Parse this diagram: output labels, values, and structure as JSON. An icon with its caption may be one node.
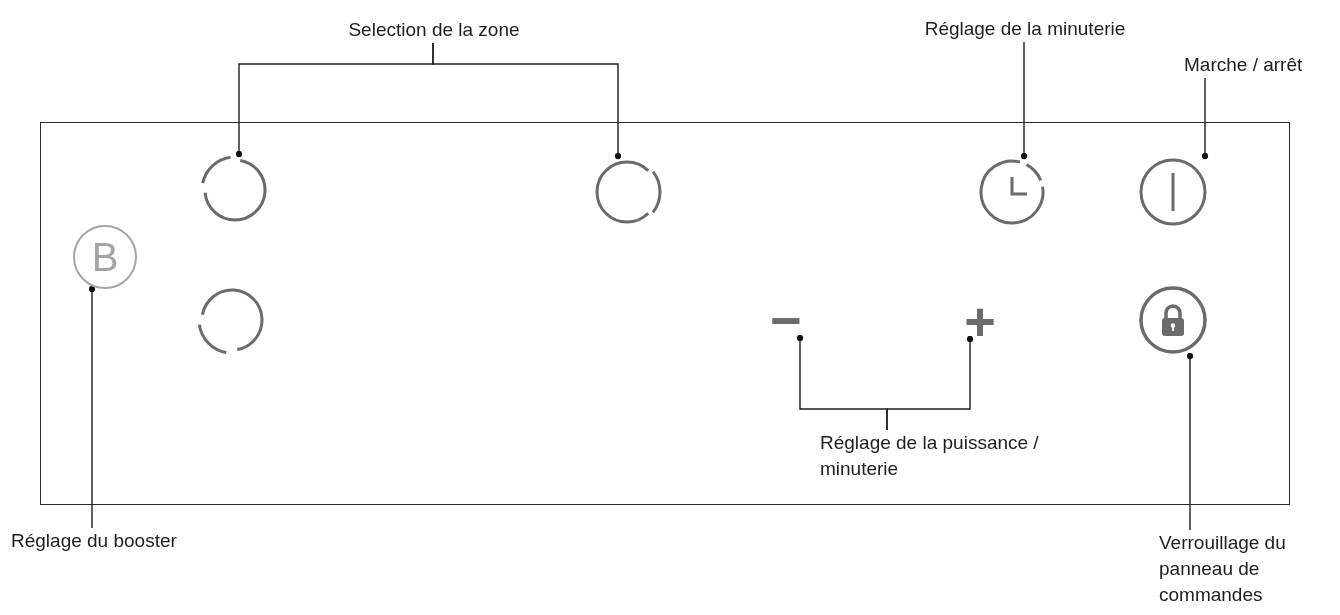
{
  "diagram": {
    "nodes": [
      {
        "text": [],
        "shape": "box"
      },
      {
        "text": [
          "Selection de la zone"
        ]
      },
      {
        "text": [
          "Réglage de la minuterie"
        ]
      },
      {
        "text": [
          "Marche / arrêt"
        ]
      },
      {
        "text": [],
        "shape": "circle",
        "in": 0
      },
      {
        "text": [],
        "shape": "circle",
        "in": 0
      },
      {
        "text": [],
        "shape": "circle",
        "in": 0
      },
      {
        "text": [],
        "shape": "circle",
        "in": 0
      },
      {
        "text": [
          "B"
        ],
        "in": 0
      },
      {
        "text": [],
        "shape": "circle",
        "in": 0
      },
      {
        "text": [
          "−"
        ],
        "in": 0
      },
      {
        "text": [
          "+"
        ],
        "in": 0
      },
      {
        "text": [],
        "shape": "circle",
        "in": 0
      },
      {
        "text": [
          "Réglage de la puissance / minuterie"
        ],
        "in": 0
      },
      {
        "text": [
          "Réglage du booster"
        ]
      },
      {
        "text": [
          "Verrouillage du panneau de commandes"
        ]
      }
    ],
    "edges": [
      {
        "from": 1,
        "to": 4,
        "arrow": "other"
      },
      {
        "from": 1,
        "to": 5,
        "arrow": "other"
      },
      {
        "from": 2,
        "to": 6,
        "arrow": "other"
      },
      {
        "from": 3,
        "to": 7,
        "arrow": "other"
      },
      {
        "from": 14,
        "to": 8,
        "arrow": "other"
      },
      {
        "from": 13,
        "to": 10,
        "arrow": "other"
      },
      {
        "from": 13,
        "to": 11,
        "arrow": "other"
      },
      {
        "from": 15,
        "to": 12,
        "arrow": "other"
      }
    ]
  }
}
